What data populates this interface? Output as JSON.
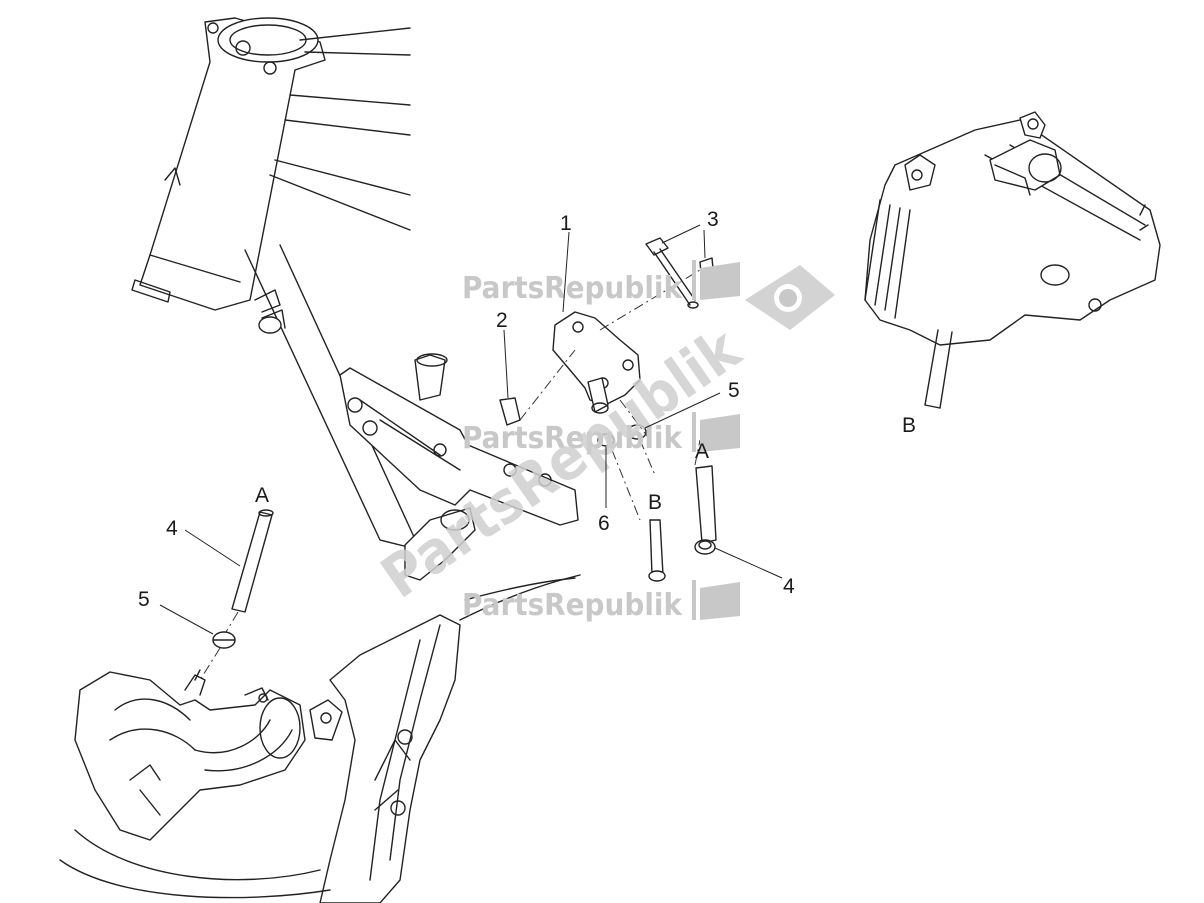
{
  "callouts": {
    "c1": "1",
    "c2": "2",
    "c3": "3",
    "c4_left": "4",
    "c4_right": "4",
    "c5_left": "5",
    "c5_right": "5",
    "c6": "6",
    "a_left": "A",
    "a_right": "A",
    "b_mid": "B",
    "b_right": "B"
  },
  "watermark": {
    "text": "PartsRepublik",
    "diagonal_text": "PartsRepublik",
    "icon": "gear-flag-icon"
  },
  "colors": {
    "line": "#222222",
    "watermark": "#c8c8c8",
    "background": "#ffffff"
  }
}
